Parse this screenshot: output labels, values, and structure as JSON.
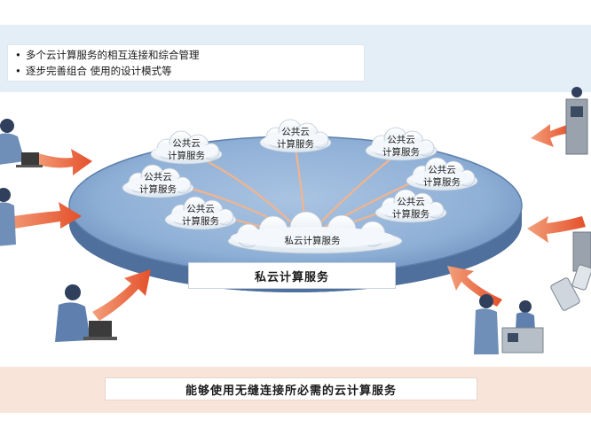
{
  "header": {
    "bullets": [
      "多个云计算服务的相互连接和综合管理",
      "逐步完善组合 使用的设计模式等"
    ]
  },
  "center_cloud": {
    "label": "私云计算服务"
  },
  "public_clouds": [
    {
      "line1": "公共云",
      "line2": "计算服务"
    },
    {
      "line1": "公共云",
      "line2": "计算服务"
    },
    {
      "line1": "公共云",
      "line2": "计算服务"
    },
    {
      "line1": "公共云",
      "line2": "计算服务"
    },
    {
      "line1": "公共云",
      "line2": "计算服务"
    },
    {
      "line1": "公共云",
      "line2": "计算服务"
    },
    {
      "line1": "公共云",
      "line2": "计算服务"
    }
  ],
  "platform": {
    "label": "私云计算服务"
  },
  "footer": {
    "caption": "能够使用无缝连接所必需的云计算服务"
  },
  "colors": {
    "platform_top": "#8fb0d6",
    "platform_side": "#4f6f9c",
    "arrow": "#e8603a",
    "spoke": "#f2b48c"
  }
}
